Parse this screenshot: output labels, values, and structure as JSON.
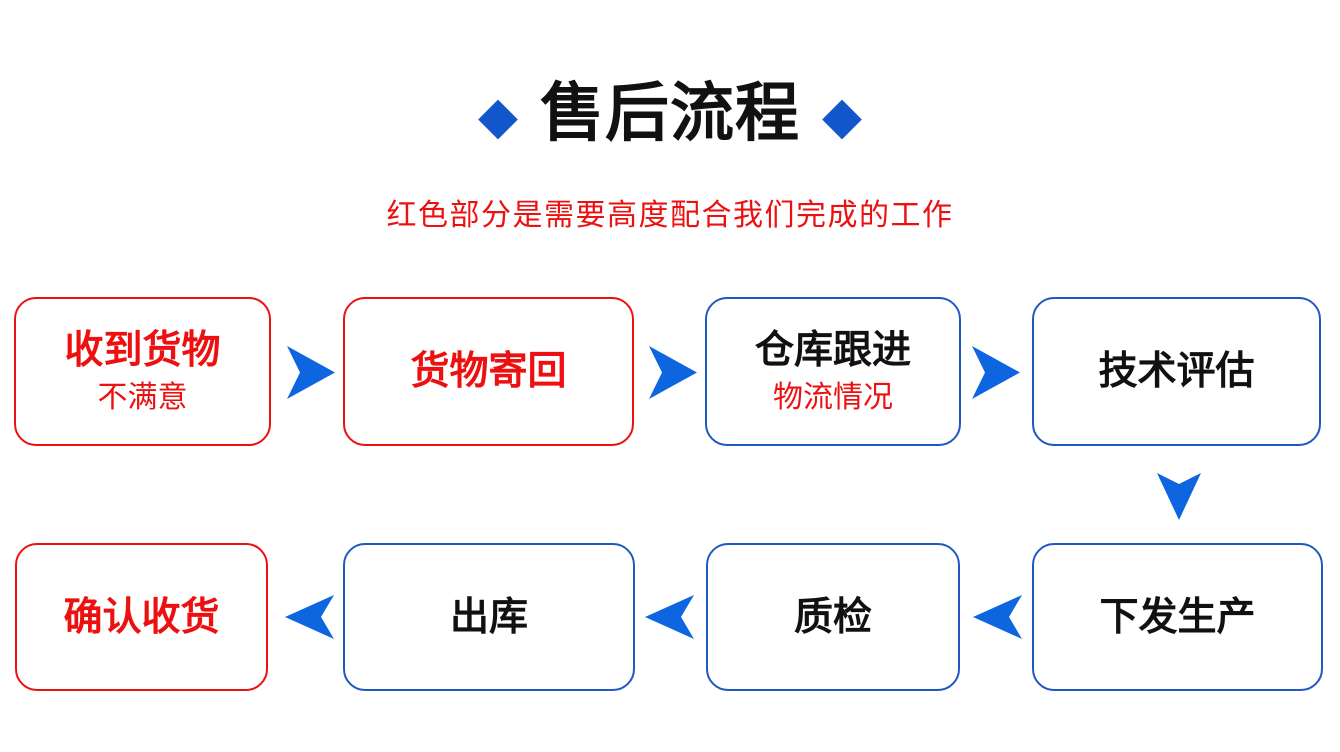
{
  "header": {
    "title": "售后流程",
    "subtitle": "红色部分是需要高度配合我们完成的工作"
  },
  "colors": {
    "background": "#ffffff",
    "title_black": "#111111",
    "highlight_red": "#ed1011",
    "box_border_red": "#ed1011",
    "box_border_blue": "#2058c2",
    "arrow_blue": "#0d66e0",
    "diamond_blue": "#1256cb"
  },
  "icons": {
    "diamond_glyph": "◆",
    "title_left_icon": "diamond-icon",
    "title_right_icon": "diamond-icon",
    "horizontal_connector": "arrow-right-icon / arrow-left-icon",
    "vertical_connector": "arrow-down-icon"
  },
  "flow": {
    "row1": {
      "direction": "left-to-right",
      "boxes": [
        {
          "label": "收到货物",
          "sublabel": "不满意",
          "border": "red",
          "label_color": "red",
          "sublabel_color": "red"
        },
        {
          "label": "货物寄回",
          "sublabel": "",
          "border": "red",
          "label_color": "red",
          "sublabel_color": ""
        },
        {
          "label": "仓库跟进",
          "sublabel": "物流情况",
          "border": "blue",
          "label_color": "black",
          "sublabel_color": "red"
        },
        {
          "label": "技术评估",
          "sublabel": "",
          "border": "blue",
          "label_color": "black",
          "sublabel_color": ""
        }
      ]
    },
    "row2": {
      "direction": "right-to-left",
      "boxes": [
        {
          "label": "确认收货",
          "sublabel": "",
          "border": "red",
          "label_color": "red"
        },
        {
          "label": "出库",
          "sublabel": "",
          "border": "blue",
          "label_color": "black"
        },
        {
          "label": "质检",
          "sublabel": "",
          "border": "blue",
          "label_color": "black"
        },
        {
          "label": "下发生产",
          "sublabel": "",
          "border": "blue",
          "label_color": "black"
        }
      ]
    },
    "sequence": [
      "收到货物（不满意）",
      "货物寄回",
      "仓库跟进（物流情况）",
      "技术评估",
      "下发生产",
      "质检",
      "出库",
      "确认收货"
    ]
  }
}
